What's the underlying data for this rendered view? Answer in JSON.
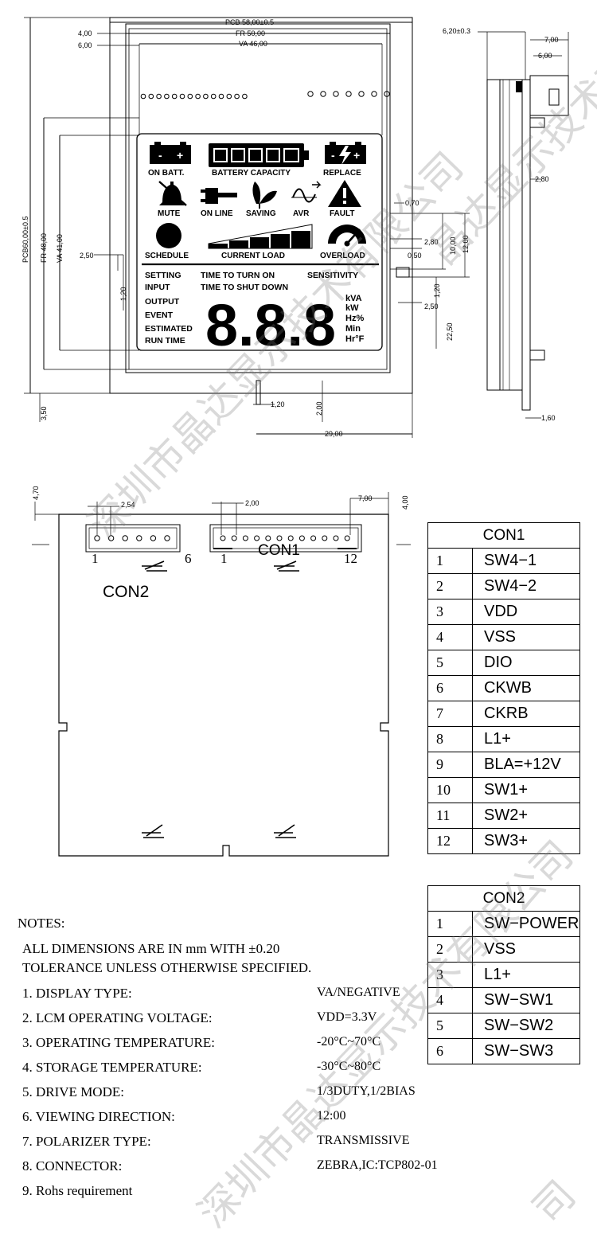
{
  "top_view": {
    "dims": {
      "pcb_w": "PCB  58,00±0.5",
      "fr_w": "FR   50,00",
      "va_w": "VA  46,00",
      "left_4": "4,00",
      "left_6": "6,00",
      "pcb_h": "PCB60,00±0.5",
      "fr_h": "FR 48,00",
      "va_h": "VA 41,00",
      "d_250": "2,50",
      "d_120": "1,20",
      "d_350": "3,50",
      "bot_120": "1,20",
      "bot_200": "2,00",
      "bot_2900": "29,00",
      "r_070": "0,70",
      "r_280": "2,80",
      "r_050": "0,50",
      "r_1000": "10,00",
      "r_1200": "12,00",
      "r_120": "1,20",
      "r_250": "2,50",
      "r_2250": "22,50"
    },
    "lcd": {
      "on_batt": "ON BATT.",
      "battery_capacity": "BATTERY CAPACITY",
      "replace": "REPLACE",
      "mute": "MUTE",
      "on_line": "ON LINE",
      "saving": "SAVING",
      "avr": "AVR",
      "fault": "FAULT",
      "schedule": "SCHEDULE",
      "current_load": "CURRENT LOAD",
      "overload": "OVERLOAD",
      "setting": "SETTING",
      "input": "INPUT",
      "output": "OUTPUT",
      "event": "EVENT",
      "estimated": "ESTIMATED",
      "run_time": "RUN TIME",
      "time_turn_on": "TIME TO TURN ON",
      "time_shut_down": "TIME TO SHUT DOWN",
      "sensitivity": "SENSITIVITY",
      "digits": "8.8.8",
      "u_kva": "kVA",
      "u_kw": "kW",
      "u_hz": "Hz%",
      "u_min": "Min",
      "u_hr": "Hr°F",
      "minus": "-",
      "plus": "+"
    }
  },
  "side_view": {
    "d_620": "6,20±0.3",
    "d_700": "7,00",
    "d_600": "6,00",
    "d_280": "2,80",
    "d_160": "1,60"
  },
  "bottom_view": {
    "d_470": "4,70",
    "d_254": "2,54",
    "d_200": "2,00",
    "d_700": "7,00",
    "d_400": "4,00",
    "con2_label": "CON2",
    "con1_label": "CON1",
    "pin_1_a": "1",
    "pin_6": "6",
    "pin_1_b": "1",
    "pin_12": "12"
  },
  "con1_table": {
    "title": "CON1",
    "rows": [
      {
        "n": "1",
        "sig": "SW4−1"
      },
      {
        "n": "2",
        "sig": "SW4−2"
      },
      {
        "n": "3",
        "sig": "VDD"
      },
      {
        "n": "4",
        "sig": "VSS"
      },
      {
        "n": "5",
        "sig": "DIO"
      },
      {
        "n": "6",
        "sig": "CKWB"
      },
      {
        "n": "7",
        "sig": "CKRB"
      },
      {
        "n": "8",
        "sig": "L1+"
      },
      {
        "n": "9",
        "sig": "BLA=+12V"
      },
      {
        "n": "10",
        "sig": "SW1+"
      },
      {
        "n": "11",
        "sig": "SW2+"
      },
      {
        "n": "12",
        "sig": "SW3+"
      }
    ]
  },
  "con2_table": {
    "title": "CON2",
    "rows": [
      {
        "n": "1",
        "sig": "SW−POWER"
      },
      {
        "n": "2",
        "sig": "VSS"
      },
      {
        "n": "3",
        "sig": "L1+"
      },
      {
        "n": "4",
        "sig": "SW−SW1"
      },
      {
        "n": "5",
        "sig": "SW−SW2"
      },
      {
        "n": "6",
        "sig": "SW−SW3"
      }
    ]
  },
  "notes": {
    "heading": "NOTES:",
    "tolerance_line1": "ALL DIMENSIONS ARE IN mm WITH ±0.20",
    "tolerance_line2": "TOLERANCE UNLESS OTHERWISE SPECIFIED.",
    "items": [
      {
        "key": "1. DISPLAY TYPE:",
        "value": "VA/NEGATIVE"
      },
      {
        "key": "2. LCM OPERATING VOLTAGE:",
        "value": "VDD=3.3V"
      },
      {
        "key": "3. OPERATING TEMPERATURE:",
        "value": "-20°C~70°C"
      },
      {
        "key": "4. STORAGE TEMPERATURE:",
        "value": "-30°C~80°C"
      },
      {
        "key": "5. DRIVE MODE:",
        "value": "1/3DUTY,1/2BIAS"
      },
      {
        "key": "6. VIEWING DIRECTION:",
        "value": "12:00"
      },
      {
        "key": "7. POLARIZER TYPE:",
        "value": "TRANSMISSIVE"
      },
      {
        "key": "8. CONNECTOR:",
        "value": "ZEBRA,IC:TCP802-01"
      },
      {
        "key": "9. Rohs requirement",
        "value": ""
      }
    ]
  },
  "watermark": {
    "text_a": "深圳市晶达显示技术有限公司",
    "text_b": "晶达显示技术有限公司",
    "text_c": "深圳市晶达显示技术有限公司",
    "text_d": "司"
  }
}
